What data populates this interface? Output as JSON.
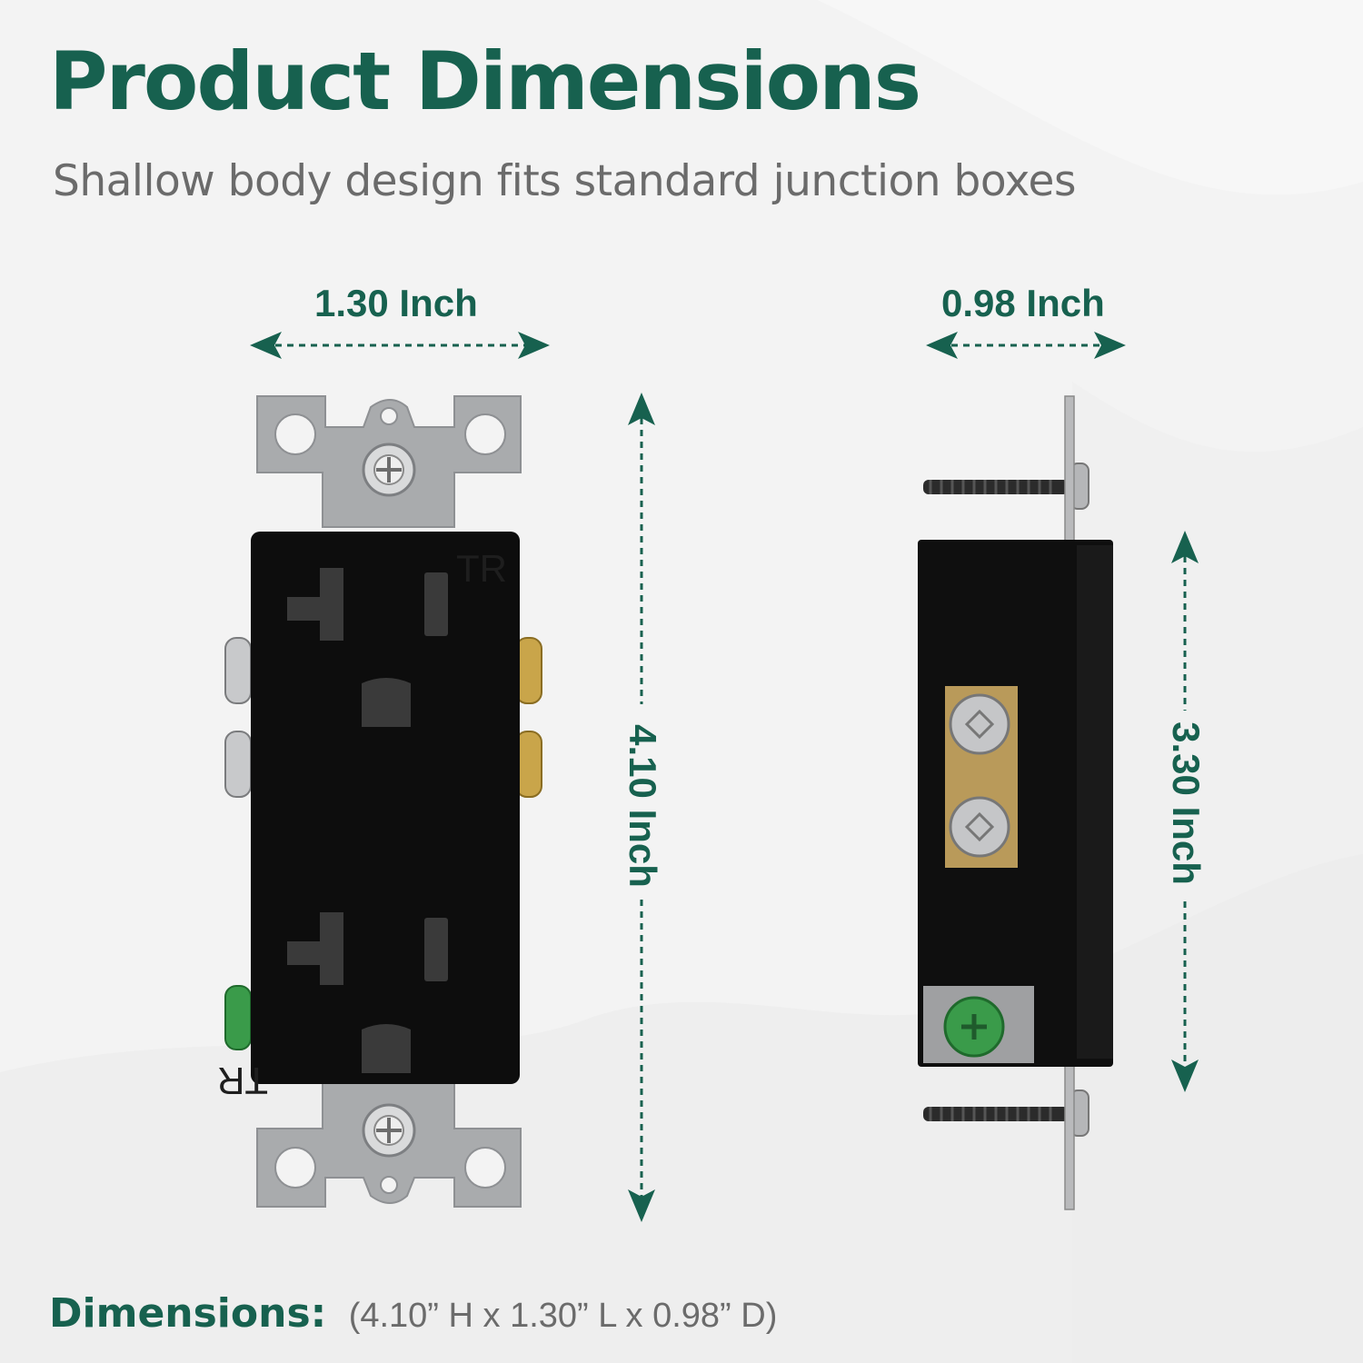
{
  "header": {
    "title": "Product Dimensions",
    "subtitle": "Shallow body design fits standard junction boxes"
  },
  "dimensions": {
    "front_width": "1.30 Inch",
    "front_height": "4.10 Inch",
    "side_depth": "0.98 Inch",
    "side_height": "3.30 Inch"
  },
  "outlet_marking": "TR",
  "footer": {
    "label": "Dimensions:",
    "value": "(4.10” H x 1.30” L x 0.98” D)"
  },
  "colors": {
    "accent": "#17614f",
    "text_gray": "#6b6b6b",
    "outlet_body": "#0d0d0d",
    "metal_strap": "#a9a9a9"
  }
}
